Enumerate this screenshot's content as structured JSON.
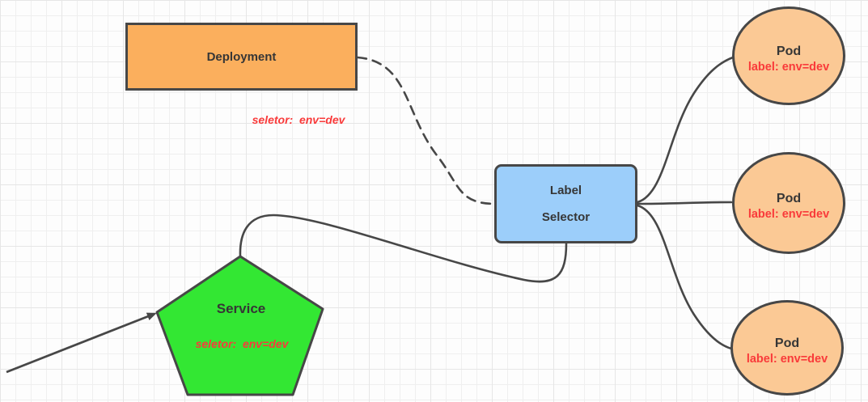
{
  "diagram": {
    "deployment": {
      "label": "Deployment",
      "selector_note": "seletor:  env=dev"
    },
    "label_selector": {
      "line1": "Label",
      "line2": "Selector"
    },
    "service": {
      "label": "Service",
      "selector_note": "seletor:  env=dev"
    },
    "pods": [
      {
        "title": "Pod",
        "label": "label: env=dev"
      },
      {
        "title": "Pod",
        "label": "label: env=dev"
      },
      {
        "title": "Pod",
        "label": "label: env=dev"
      }
    ],
    "colors": {
      "deployment_fill": "#FBAF5D",
      "pod_fill": "#FBC995",
      "selector_fill": "#9CCEFA",
      "service_fill": "#33E733",
      "stroke": "#474747",
      "text": "#363636",
      "annotation_red": "#F93A3A",
      "grid_line": "#efefef"
    }
  }
}
